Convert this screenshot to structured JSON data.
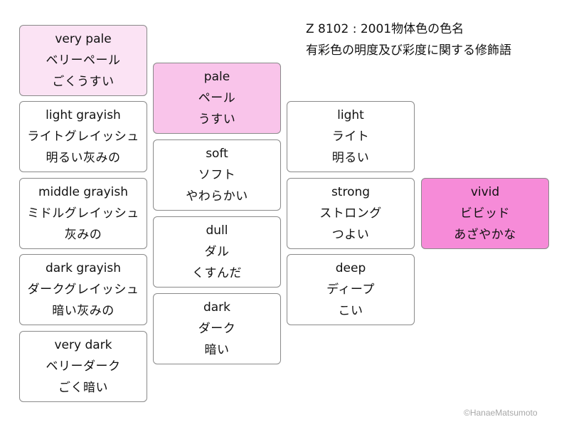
{
  "heading": {
    "line1": "Z 8102 : 2001物体色の色名",
    "line2": "有彩色の明度及び彩度に関する修飾語"
  },
  "tones": [
    {
      "key": "very-pale",
      "en": "very pale",
      "ja_name": "ベリーペール",
      "ja_desc": "ごくうすい",
      "fill": "#fbe3f4"
    },
    {
      "key": "light-grayish",
      "en": "light grayish",
      "ja_name": "ライトグレイッシュ",
      "ja_desc": "明るい灰みの",
      "fill": "#ffffff"
    },
    {
      "key": "middle-grayish",
      "en": "middle grayish",
      "ja_name": "ミドルグレイッシュ",
      "ja_desc": "灰みの",
      "fill": "#ffffff"
    },
    {
      "key": "dark-grayish",
      "en": "dark grayish",
      "ja_name": "ダークグレイッシュ",
      "ja_desc": "暗い灰みの",
      "fill": "#ffffff"
    },
    {
      "key": "very-dark",
      "en": "very dark",
      "ja_name": "ベリーダーク",
      "ja_desc": "ごく暗い",
      "fill": "#ffffff"
    },
    {
      "key": "pale",
      "en": "pale",
      "ja_name": "ペール",
      "ja_desc": "うすい",
      "fill": "#f9c4ea"
    },
    {
      "key": "soft",
      "en": "soft",
      "ja_name": "ソフト",
      "ja_desc": "やわらかい",
      "fill": "#ffffff"
    },
    {
      "key": "dull",
      "en": "dull",
      "ja_name": "ダル",
      "ja_desc": "くすんだ",
      "fill": "#ffffff"
    },
    {
      "key": "dark",
      "en": "dark",
      "ja_name": "ダーク",
      "ja_desc": "暗い",
      "fill": "#ffffff"
    },
    {
      "key": "light",
      "en": "light",
      "ja_name": "ライト",
      "ja_desc": "明るい",
      "fill": "#ffffff"
    },
    {
      "key": "strong",
      "en": "strong",
      "ja_name": "ストロング",
      "ja_desc": "つよい",
      "fill": "#ffffff"
    },
    {
      "key": "deep",
      "en": "deep",
      "ja_name": "ディープ",
      "ja_desc": "こい",
      "fill": "#ffffff"
    },
    {
      "key": "vivid",
      "en": "vivid",
      "ja_name": "ビビッド",
      "ja_desc": "あざやかな",
      "fill": "#f68bd8"
    }
  ],
  "copyright": "©HanaeMatsumoto"
}
